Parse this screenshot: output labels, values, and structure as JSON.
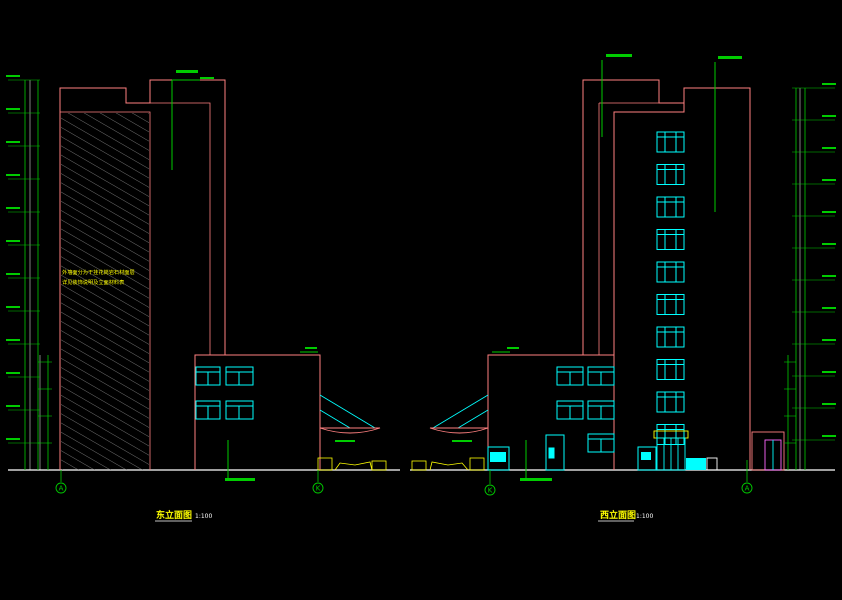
{
  "drawing": {
    "east_title": "东立面图",
    "east_scale": "1:100",
    "west_title": "西立面图",
    "west_scale": "1:100",
    "axis_left_a": "A",
    "axis_left_k": "K",
    "axis_right_k": "K",
    "axis_right_a": "A",
    "note_line_1": "外墙面分为干挂花岗岩石材面层",
    "note_line_2": "详见装饰说明及立面材料表",
    "colors": {
      "background": "#000000",
      "outline": "#ff8080",
      "window": "#00ffff",
      "leader": "#00cc00",
      "note": "#ffff00",
      "hatch": "#cccccc"
    }
  }
}
